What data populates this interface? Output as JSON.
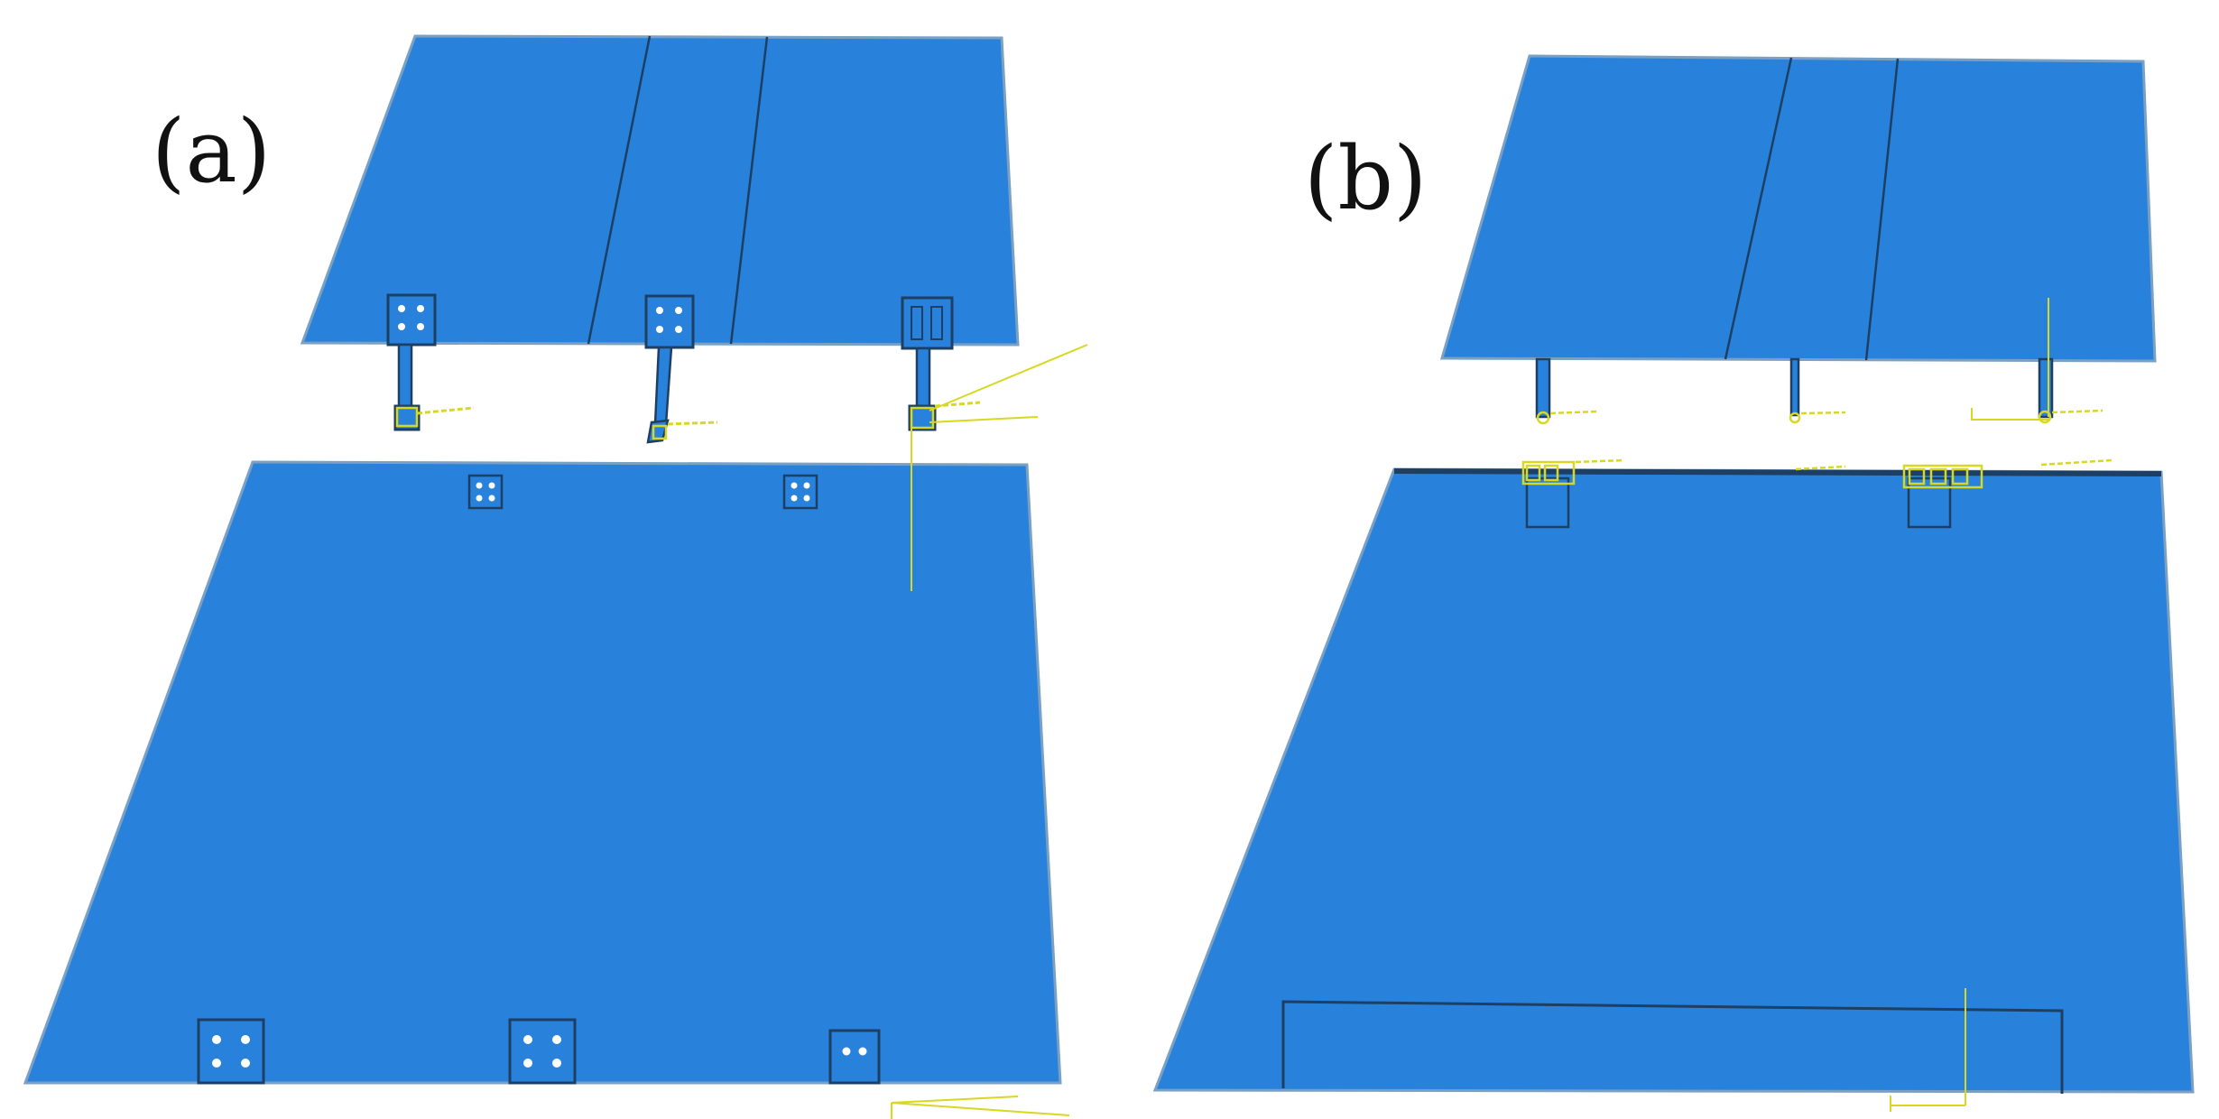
{
  "panels": [
    {
      "id": "a",
      "label": "(a)"
    },
    {
      "id": "b",
      "label": "(b)"
    }
  ],
  "colors": {
    "plate_fill": "#2882dc",
    "plate_edge": "#1c3f63",
    "annotation": "#d8d820",
    "background": "#ffffff"
  },
  "icons": [
    "reference-point-marker-icon",
    "coordinate-triad-icon",
    "bolt-hole-icon"
  ]
}
